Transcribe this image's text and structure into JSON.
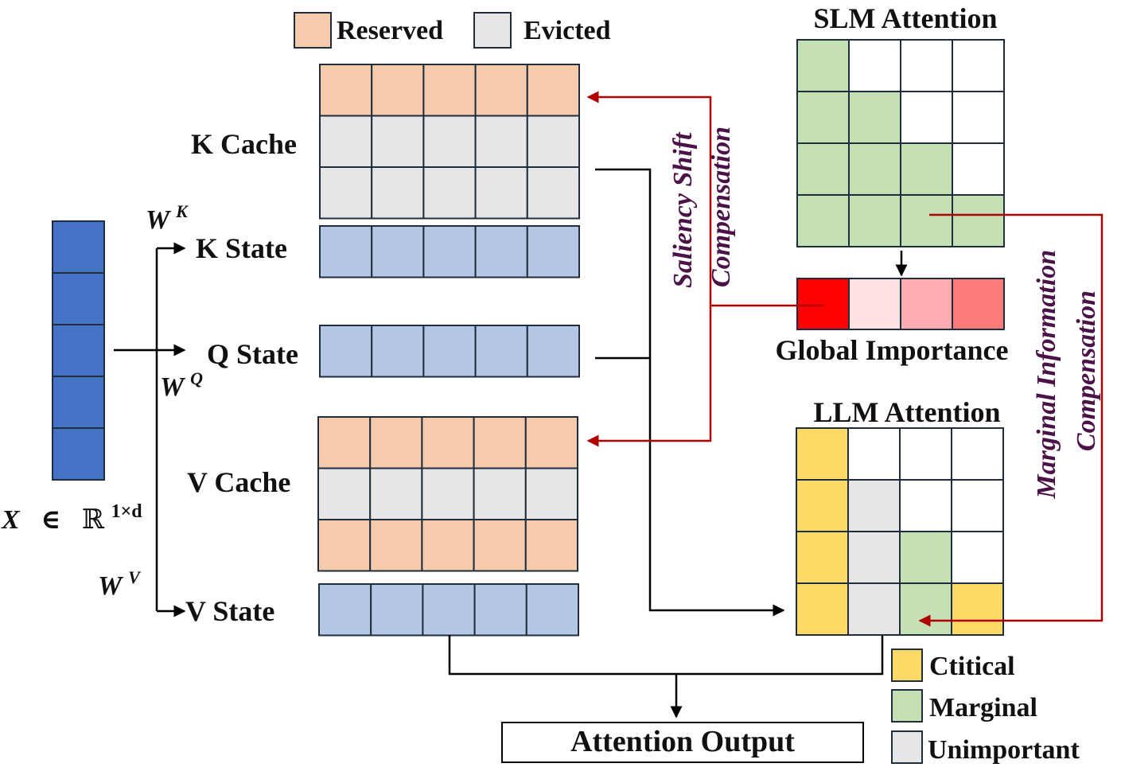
{
  "colors": {
    "reserved": "#f6cbac",
    "evicted": "#e6e6e6",
    "state": "#b4c7e7",
    "input": "#4472c4",
    "marginal": "#c5e0b4",
    "critical": "#ffd966",
    "unimportant": "#e6e6e6",
    "importance": [
      "#ff0000",
      "#ffe0e3",
      "#ffadb1",
      "#ff7b7b"
    ],
    "arrow_red": "#b00000",
    "comp_text": "#4b1248"
  },
  "legend_top": {
    "reserved": "Reserved",
    "evicted": "Evicted"
  },
  "cache": {
    "k_cache": "K Cache",
    "k_state": "K State",
    "q_state": "Q State",
    "v_cache": "V Cache",
    "v_state": "V State",
    "k_cache_rows": [
      "reserved",
      "evicted",
      "evicted"
    ],
    "v_cache_rows": [
      "reserved",
      "evicted",
      "reserved"
    ]
  },
  "input": {
    "label_var": "X",
    "label_in": "∈",
    "label_space": "ℝ",
    "label_dim": "1×d",
    "cells": 5
  },
  "weights": {
    "wk": "W",
    "wk_sup": "K",
    "wq": "W",
    "wq_sup": "Q",
    "wv": "W",
    "wv_sup": "V"
  },
  "slm": {
    "title": "SLM Attention",
    "grid": [
      [
        "marginal",
        "empty",
        "empty",
        "empty"
      ],
      [
        "marginal",
        "marginal",
        "empty",
        "empty"
      ],
      [
        "marginal",
        "marginal",
        "marginal",
        "empty"
      ],
      [
        "marginal",
        "marginal",
        "marginal",
        "marginal"
      ]
    ]
  },
  "global_importance": {
    "label": "Global Importance"
  },
  "llm": {
    "title": "LLM Attention",
    "grid": [
      [
        "critical",
        "empty",
        "empty",
        "empty"
      ],
      [
        "critical",
        "unimportant",
        "empty",
        "empty"
      ],
      [
        "critical",
        "unimportant",
        "marginal",
        "empty"
      ],
      [
        "critical",
        "unimportant",
        "marginal",
        "critical"
      ]
    ]
  },
  "compensation": {
    "saliency_line1": "Saliency Shift",
    "saliency_line2": "Compensation",
    "marginal_line1": "Marginal Information",
    "marginal_line2": "Compensation"
  },
  "legend_bottom": {
    "critical": "Ctitical",
    "marginal": "Marginal",
    "unimportant": "Unimportant"
  },
  "output": {
    "label": "Attention Output"
  }
}
